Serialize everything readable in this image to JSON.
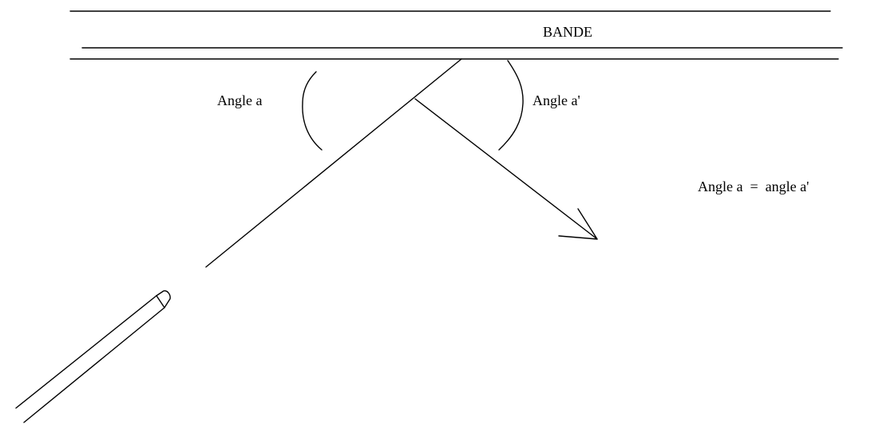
{
  "labels": {
    "cushion": "BANDE",
    "angle_incoming": "Angle a",
    "angle_outgoing": "Angle a'",
    "equality": "Angle a  =  angle a'"
  },
  "icons": {
    "cue": "billiard-cue-icon",
    "arrow": "arrow-head-icon"
  },
  "colors": {
    "ink": "#000000",
    "background": "#ffffff"
  }
}
